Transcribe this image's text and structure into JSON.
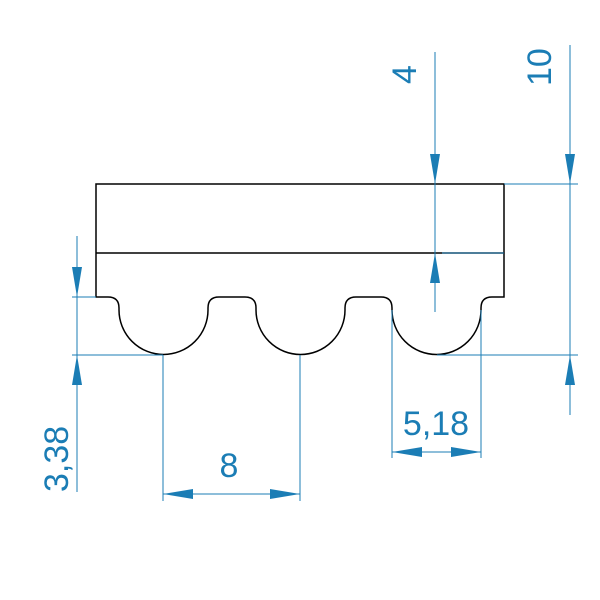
{
  "title": "Timing belt tooth profile",
  "dimensions": {
    "tooth_height": "4",
    "total_height": "10",
    "tooth_depth": "3,38",
    "pitch": "8",
    "tooth_width": "5,18"
  },
  "colors": {
    "dimension": "#1b7db5",
    "outline": "#000000"
  }
}
